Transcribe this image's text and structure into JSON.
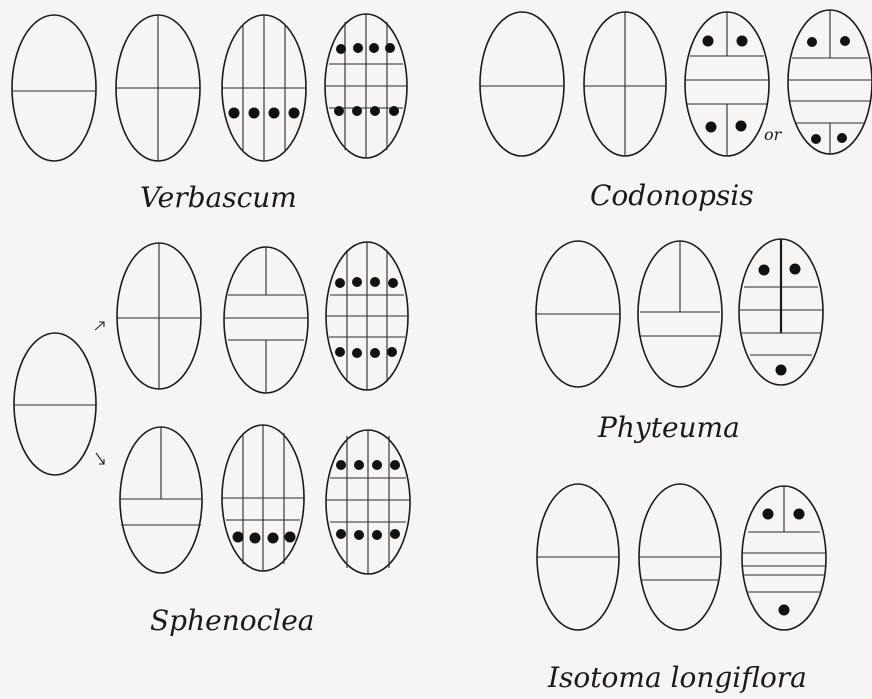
{
  "labels": {
    "verbascum": "Verbascum",
    "codonopsis": "Codonopsis",
    "sphenoclea": "Sphenoclea",
    "phyteuma": "Phyteuma",
    "isotoma": "Isotoma longiflora",
    "or": "or"
  },
  "colors": {
    "ink": "#1a1a1a",
    "paper": "#f6f5f3"
  }
}
